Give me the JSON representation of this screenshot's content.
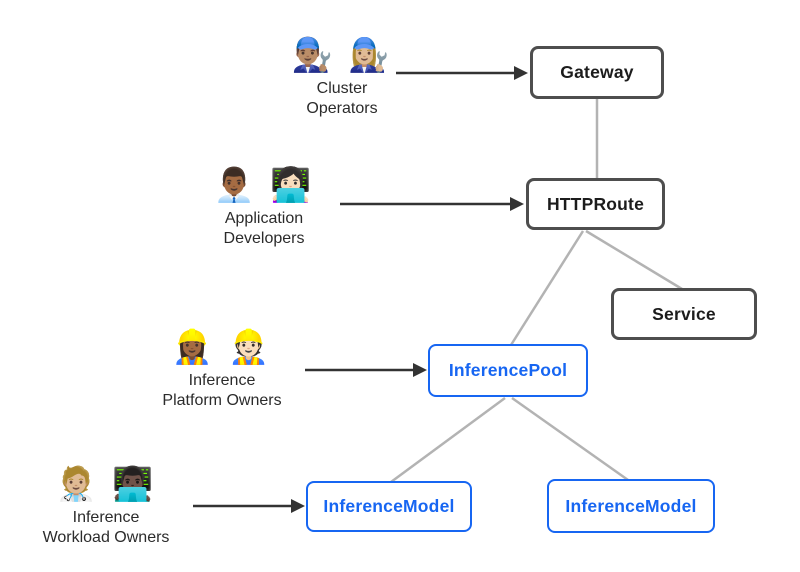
{
  "colors": {
    "background": "#ffffff",
    "standard_node_border": "#4e4e4e",
    "standard_node_text": "#1c1c1c",
    "extension_node_border": "#1766f2",
    "extension_node_text": "#1766f2",
    "connector_line": "#b3b3b3",
    "arrow_line": "#333333",
    "persona_label_text": "#2b2b2b"
  },
  "personas": {
    "cluster_operators": {
      "icons": "👨🏽‍🔧 👩🏼‍🔧",
      "label": "Cluster\nOperators"
    },
    "application_developers": {
      "icons": "👨🏾‍💼 👩🏻‍💻",
      "label": "Application\nDevelopers"
    },
    "inference_platform_owners": {
      "icons": "👷🏾‍♀️ 👷🏻",
      "label": "Inference\nPlatform Owners"
    },
    "inference_workload_owners": {
      "icons": "🧑🏼‍⚕️ 👨🏿‍💻",
      "label": "Inference\nWorkload Owners"
    }
  },
  "nodes": {
    "gateway": {
      "label": "Gateway",
      "style": "standard"
    },
    "httproute": {
      "label": "HTTPRoute",
      "style": "standard"
    },
    "service": {
      "label": "Service",
      "style": "standard"
    },
    "inference_pool": {
      "label": "InferencePool",
      "style": "extension"
    },
    "inference_model_left": {
      "label": "InferenceModel",
      "style": "extension"
    },
    "inference_model_right": {
      "label": "InferenceModel",
      "style": "extension"
    }
  },
  "edges": [
    {
      "from": "Gateway",
      "to": "HTTPRoute",
      "type": "line"
    },
    {
      "from": "HTTPRoute",
      "to": "Service",
      "type": "line"
    },
    {
      "from": "HTTPRoute",
      "to": "InferencePool",
      "type": "line"
    },
    {
      "from": "InferencePool",
      "to": "InferenceModel (left)",
      "type": "line"
    },
    {
      "from": "InferencePool",
      "to": "InferenceModel (right)",
      "type": "line"
    },
    {
      "from": "Cluster Operators",
      "to": "Gateway",
      "type": "arrow"
    },
    {
      "from": "Application Developers",
      "to": "HTTPRoute",
      "type": "arrow"
    },
    {
      "from": "Inference Platform Owners",
      "to": "InferencePool",
      "type": "arrow"
    },
    {
      "from": "Inference Workload Owners",
      "to": "InferenceModel (left)",
      "type": "arrow"
    }
  ]
}
